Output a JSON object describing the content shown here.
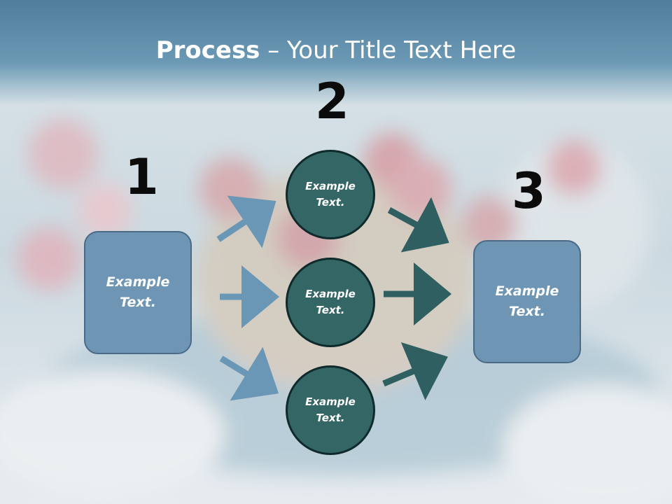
{
  "title": {
    "bold": "Process",
    "rest": " – Your Title Text Here"
  },
  "numbers": {
    "one": "1",
    "two": "2",
    "three": "3"
  },
  "boxes": {
    "left": [
      "Example",
      "Text."
    ],
    "right": [
      "Example",
      "Text."
    ]
  },
  "circles": [
    [
      "Example",
      "Text."
    ],
    [
      "Example",
      "Text."
    ],
    [
      "Example",
      "Text."
    ]
  ],
  "colors": {
    "header": "#5b8fae",
    "box": "#6e96b4",
    "circle": "#336665",
    "arrow_light": "#6a97b6",
    "arrow_dark": "#2f5f60"
  }
}
